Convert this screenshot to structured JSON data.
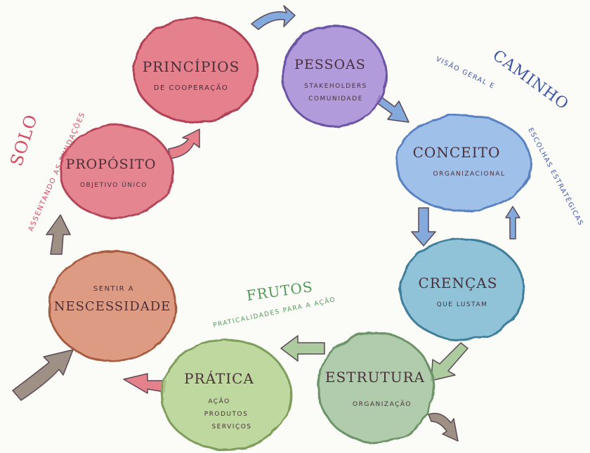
{
  "circles": {
    "principios": {
      "title": "PRINCÍPIOS",
      "sub": [
        "DE COOPERAÇÃO"
      ],
      "fill": "#e06b7a",
      "edge": "#b24256"
    },
    "pessoas": {
      "title": "PESSOAS",
      "sub": [
        "STAKEHOLDERS",
        "COMUNIDADE"
      ],
      "fill": "#a58ad6",
      "edge": "#6d55a6"
    },
    "conceito": {
      "title": "CONCEITO",
      "sub": [
        "ORGANIZACIONAL"
      ],
      "fill": "#8fb6e6",
      "edge": "#5a83c2"
    },
    "crencas": {
      "title": "CRENÇAS",
      "sub": [
        "QUE LUSTAM"
      ],
      "fill": "#7fb8d2",
      "edge": "#3f7f9c"
    },
    "estrutura": {
      "title": "ESTRUTURA",
      "sub": [
        "ORGANIZAÇÃO"
      ],
      "fill": "#a3c49f",
      "edge": "#6d9468"
    },
    "pratica": {
      "title": "PRÁTICA",
      "sub": [
        "AÇÃO",
        "PRODUTOS",
        "SERVIÇOS"
      ],
      "fill": "#b5d190",
      "edge": "#7f9e5c"
    },
    "necessidade": {
      "title": "NESCESSIDADE",
      "pre": "SENTIR A",
      "fill": "#d98a6e",
      "edge": "#a75b40"
    },
    "proposito": {
      "title": "PROPÓSITO",
      "sub": [
        "OBJETIVO ÚNICO"
      ],
      "fill": "#e2707e",
      "edge": "#b4465a"
    }
  },
  "labels": {
    "solo": "SOLO",
    "solo_sub": "ASSENTANDO AS FUNDAÇÕES",
    "caminho": "CAMINHO",
    "caminho_sub1": "VISÃO GERAL E",
    "caminho_sub2": "ESCOLHAS ESTRATÉGICAS",
    "frutos": "FRUTOS",
    "frutos_sub": "PRATICALIDADES PARA A AÇÃO"
  },
  "colors": {
    "solo": "#d84a62",
    "caminho": "#3d56a8",
    "frutos": "#4f9a57",
    "arrow_red": "#df6b78",
    "arrow_blue": "#6e9ad8",
    "arrow_green": "#9ec38f",
    "arrow_brown": "#8d7c70",
    "text": "#4a2f3a"
  }
}
